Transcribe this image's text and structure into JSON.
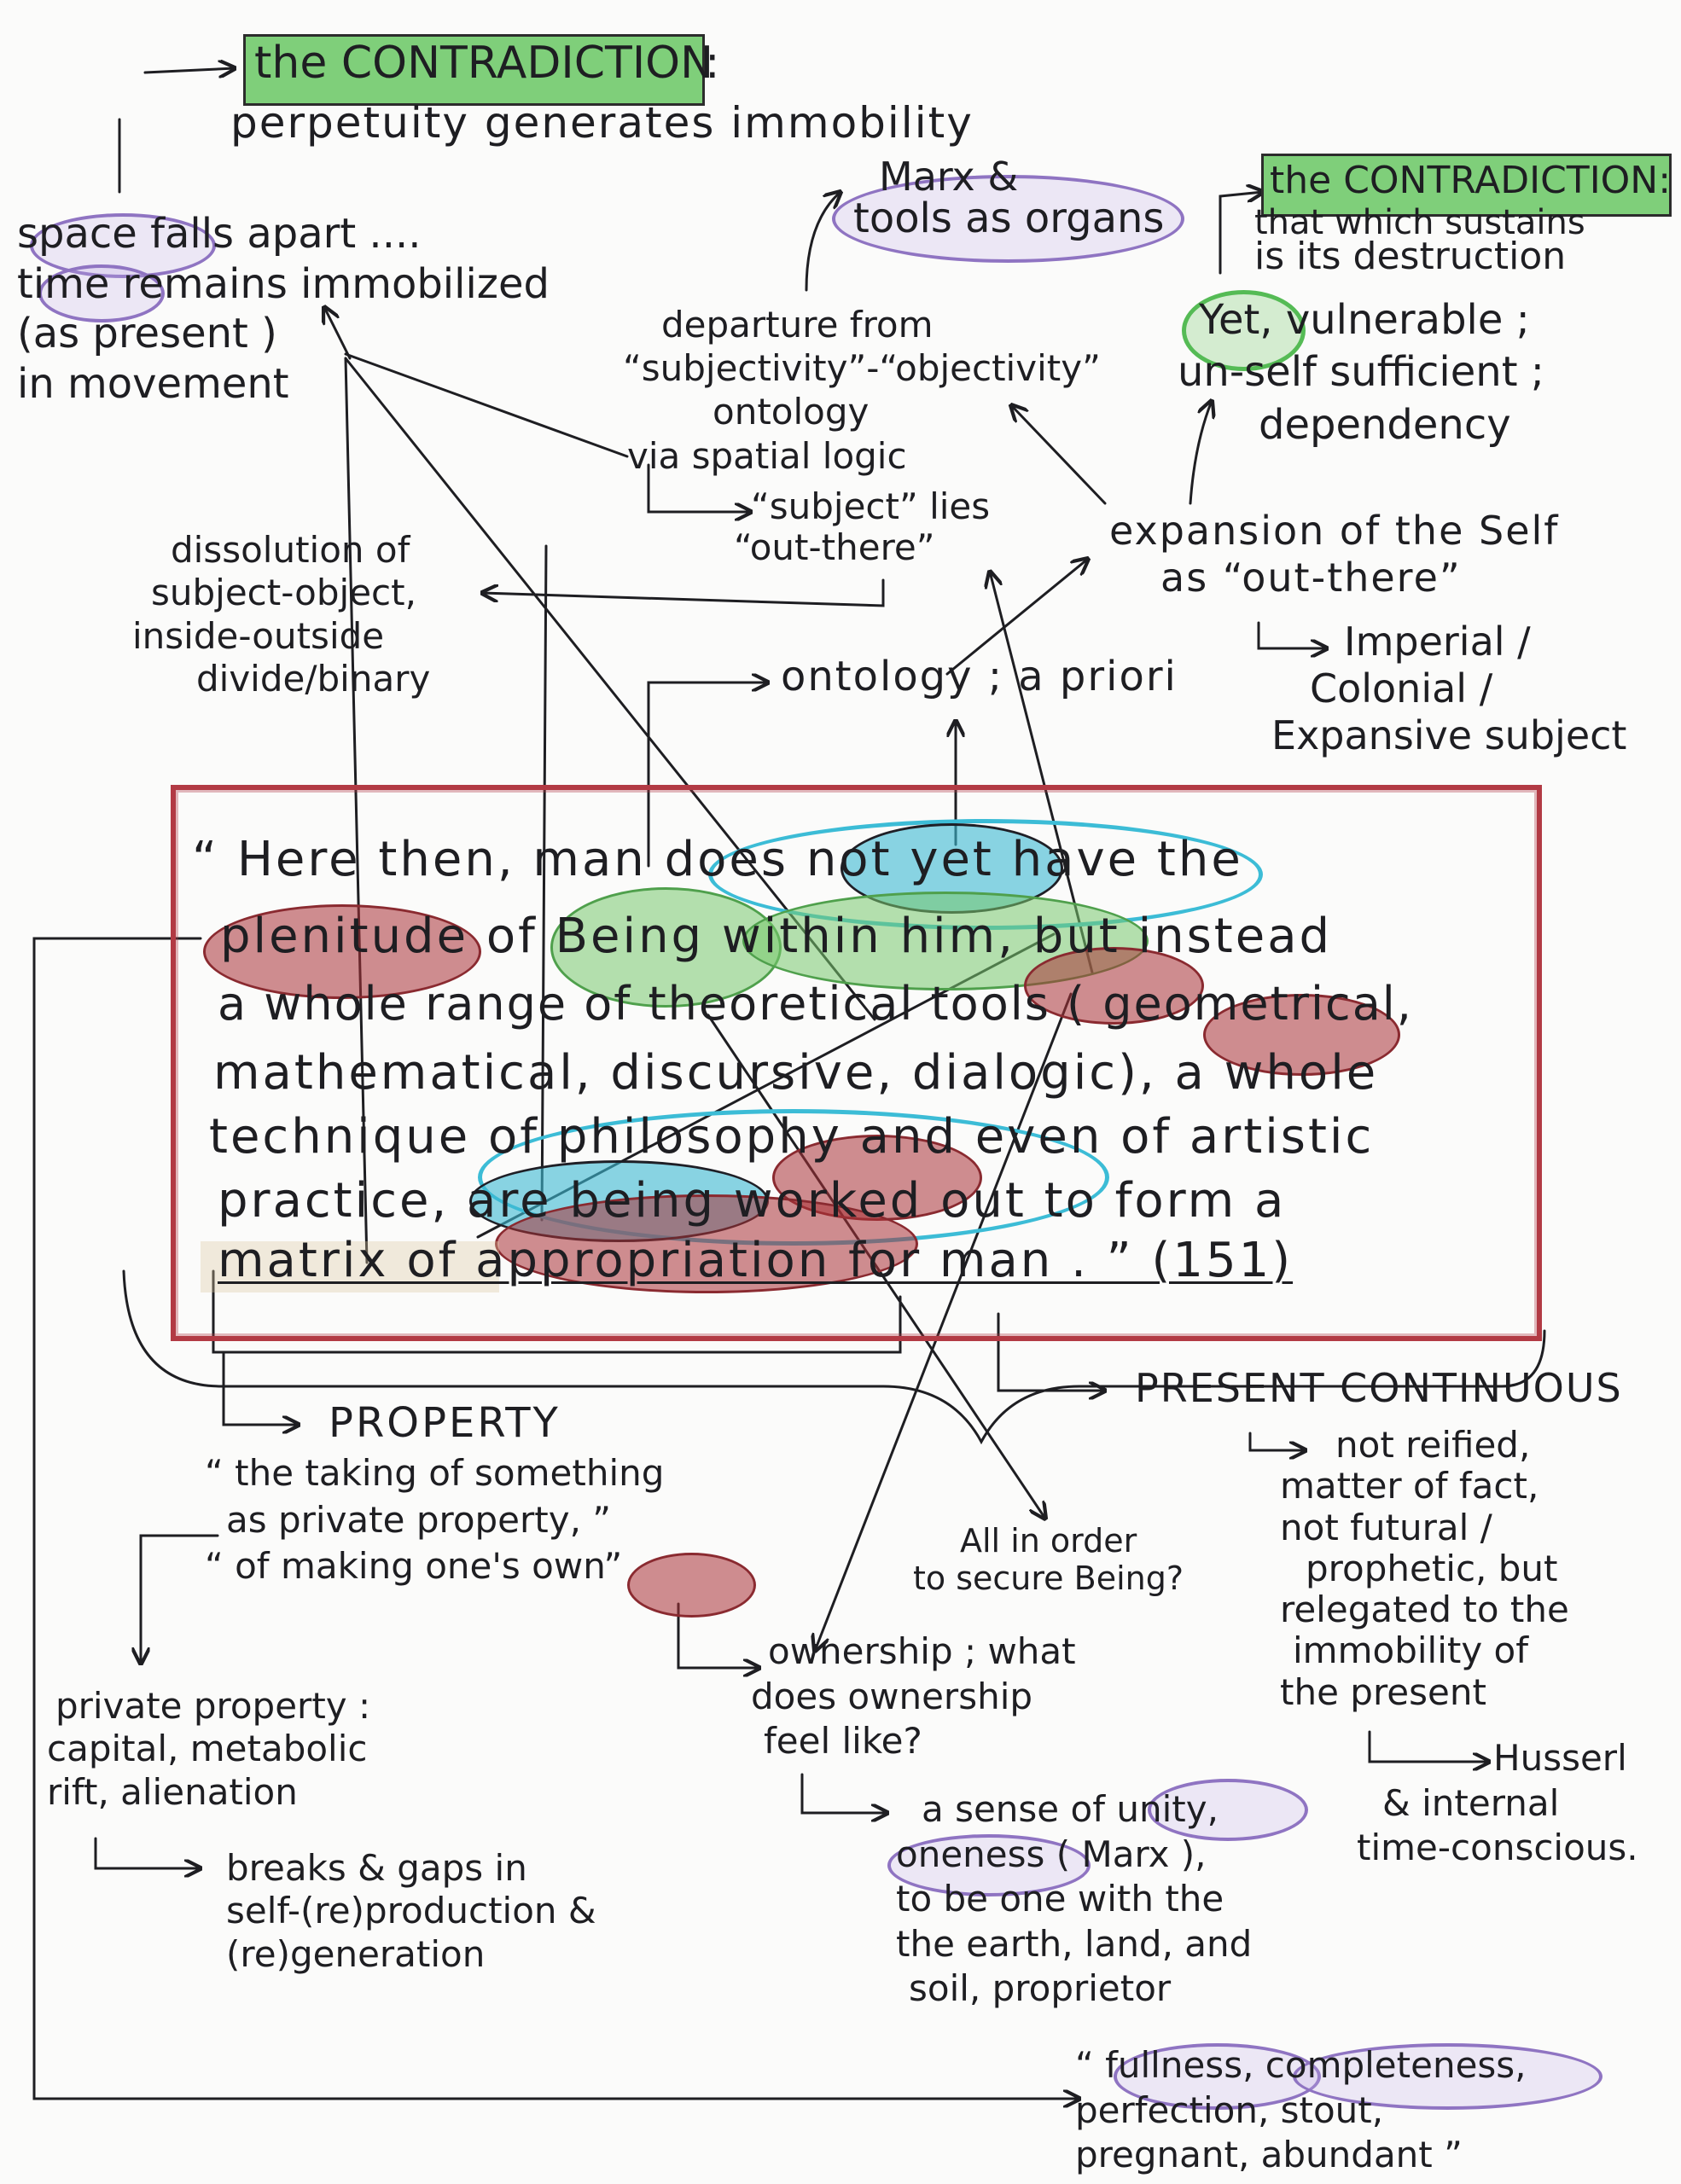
{
  "contradiction_top": {
    "title": "the CONTRADICTION",
    "colon": ":",
    "subtitle": "perpetuity generates immobility"
  },
  "space_note": {
    "lines": [
      "space falls apart ....",
      "time remains immobilized",
      "(as present )",
      "in movement"
    ]
  },
  "marx_note": {
    "line1": "Marx &",
    "line2": "tools as organs"
  },
  "contradiction_right": {
    "title": "the CONTRADICTION:",
    "line1": "that which sustains",
    "line2": "is its destruction"
  },
  "yet_note": {
    "lines": [
      "Yet, vulnerable ;",
      "un-self sufficient ;",
      "dependency"
    ]
  },
  "departure_note": {
    "lines": [
      "departure from",
      "“subjectivity”-“objectivity”",
      "ontology",
      "via spatial logic"
    ]
  },
  "subject_note": {
    "lines": [
      "“subject” lies",
      "“out-there”"
    ]
  },
  "dissolution_note": {
    "lines": [
      "dissolution of",
      "subject-object,",
      "inside-outside",
      "divide/binary"
    ]
  },
  "expansion_note": {
    "lines": [
      "expansion of the Self",
      "as “out-there”"
    ]
  },
  "imperial_note": {
    "lines": [
      "Imperial /",
      "Colonial /",
      "Expansive subject"
    ]
  },
  "ontology_note": {
    "text": "ontology ; a priori"
  },
  "quote": {
    "lines": [
      "“ Here then, man does not yet have the",
      "plenitude of Being within him, but instead",
      "a whole range of theoretical tools ( geometrical,",
      "mathematical, discursive, dialogic), a whole",
      "technique of philosophy and even of artistic",
      "practice, are being worked out to form a",
      "matrix of appropriation for man . ” (151)"
    ]
  },
  "property_note": {
    "title": "PROPERTY",
    "lines": [
      "“ the taking of something",
      "as private property, ”",
      "“ of making one's own”"
    ]
  },
  "present_note": {
    "title": "PRESENT CONTINUOUS",
    "lines": [
      "not reified,",
      "matter of fact,",
      "not futural /",
      "prophetic, but",
      "relegated to the",
      "immobility of",
      "the present"
    ]
  },
  "secure_note": {
    "lines": [
      "All in order",
      "to secure Being?"
    ]
  },
  "ownership_note": {
    "lines": [
      "ownership ; what",
      "does ownership",
      "feel like?"
    ]
  },
  "private_note": {
    "lines": [
      "private property :",
      "capital, metabolic",
      "rift, alienation"
    ]
  },
  "breaks_note": {
    "lines": [
      "breaks & gaps in",
      "self-(re)production &",
      "(re)generation"
    ]
  },
  "unity_note": {
    "lines": [
      "a sense of unity,",
      "oneness ( Marx ),",
      "to be one with the",
      "the earth, land, and",
      "soil, proprietor"
    ]
  },
  "husserl_note": {
    "lines": [
      "Husserl",
      "& internal",
      "time-conscious."
    ]
  },
  "fullness_note": {
    "lines": [
      "“ fullness, completeness,",
      "perfection, stout,",
      "pregnant, abundant ”"
    ]
  },
  "colors": {
    "green_highlight": "#7fcf7a",
    "purple_circle": "#8f74c2",
    "red_circle": "#aa3237",
    "blue_circle": "#3cbcd6",
    "box_red": "#b23a44",
    "ink": "#1e1e22"
  }
}
